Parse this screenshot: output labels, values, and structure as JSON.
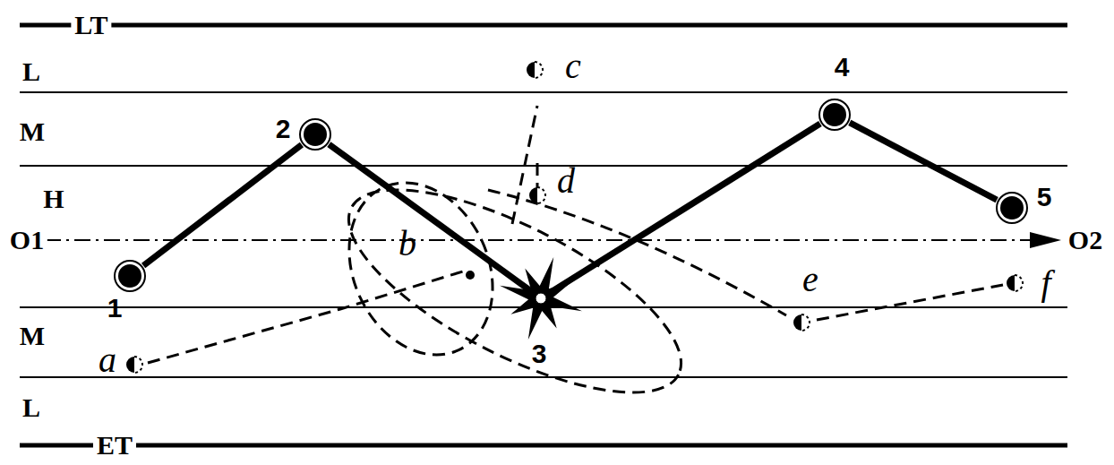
{
  "diagram": {
    "nodes": [
      {
        "text": [
          "1"
        ]
      },
      {
        "text": [
          "2"
        ]
      },
      {
        "text": [
          "3"
        ]
      },
      {
        "text": [
          "4"
        ]
      },
      {
        "text": [
          "5"
        ]
      }
    ],
    "edges": [
      {
        "from": 0,
        "to": 1,
        "arrow": "none"
      },
      {
        "from": 1,
        "to": 2,
        "arrow": "none"
      },
      {
        "from": 2,
        "to": 3,
        "arrow": "none"
      },
      {
        "from": 3,
        "to": 4,
        "arrow": "none"
      }
    ],
    "labels": [
      "LT",
      "L",
      "M",
      "H",
      "O1",
      "O2",
      "M",
      "L",
      "ET",
      "a",
      "b",
      "c",
      "d",
      "e",
      "f"
    ]
  }
}
